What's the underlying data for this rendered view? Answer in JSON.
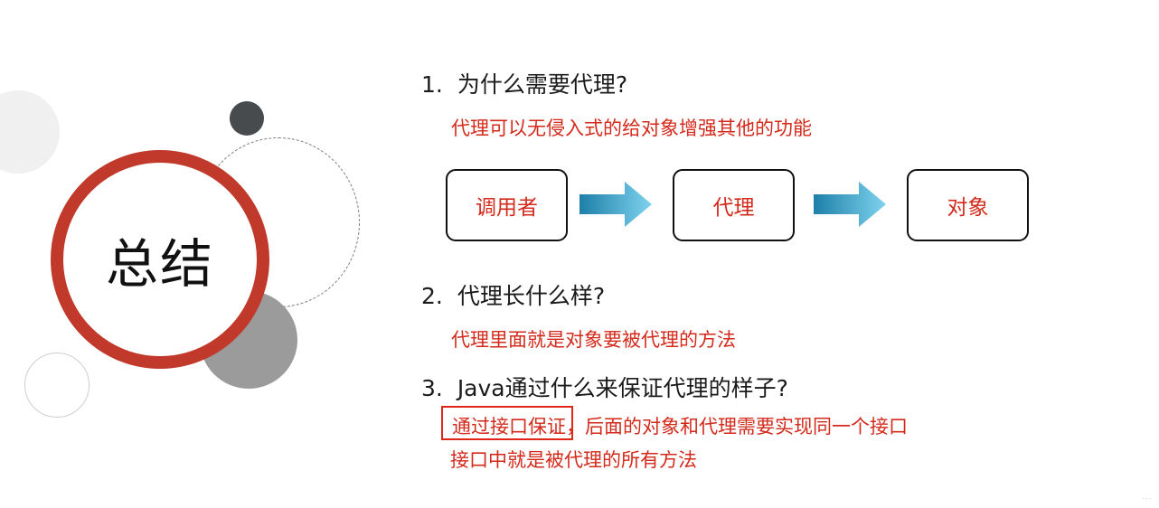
{
  "summary": {
    "title": "总结"
  },
  "questions": [
    {
      "number": "1.",
      "text": "为什么需要代理?",
      "answer": "代理可以无侵入式的给对象增强其他的功能"
    },
    {
      "number": "2.",
      "text": "代理长什么样?",
      "answer": "代理里面就是对象要被代理的方法"
    },
    {
      "number": "3.",
      "text": "Java通过什么来保证代理的样子?",
      "answer_line1": "通过接口保证，后面的对象和代理需要实现同一个接口",
      "answer_line2": "接口中就是被代理的所有方法"
    }
  ],
  "flow": {
    "steps": [
      "调用者",
      "代理",
      "对象"
    ],
    "arrow_icon": "right-arrow-icon"
  },
  "colors": {
    "accent_red": "#c0392b",
    "answer_text": "#d42a1c",
    "arrow_start": "#1e7fa8",
    "arrow_end": "#7ed3ee"
  }
}
